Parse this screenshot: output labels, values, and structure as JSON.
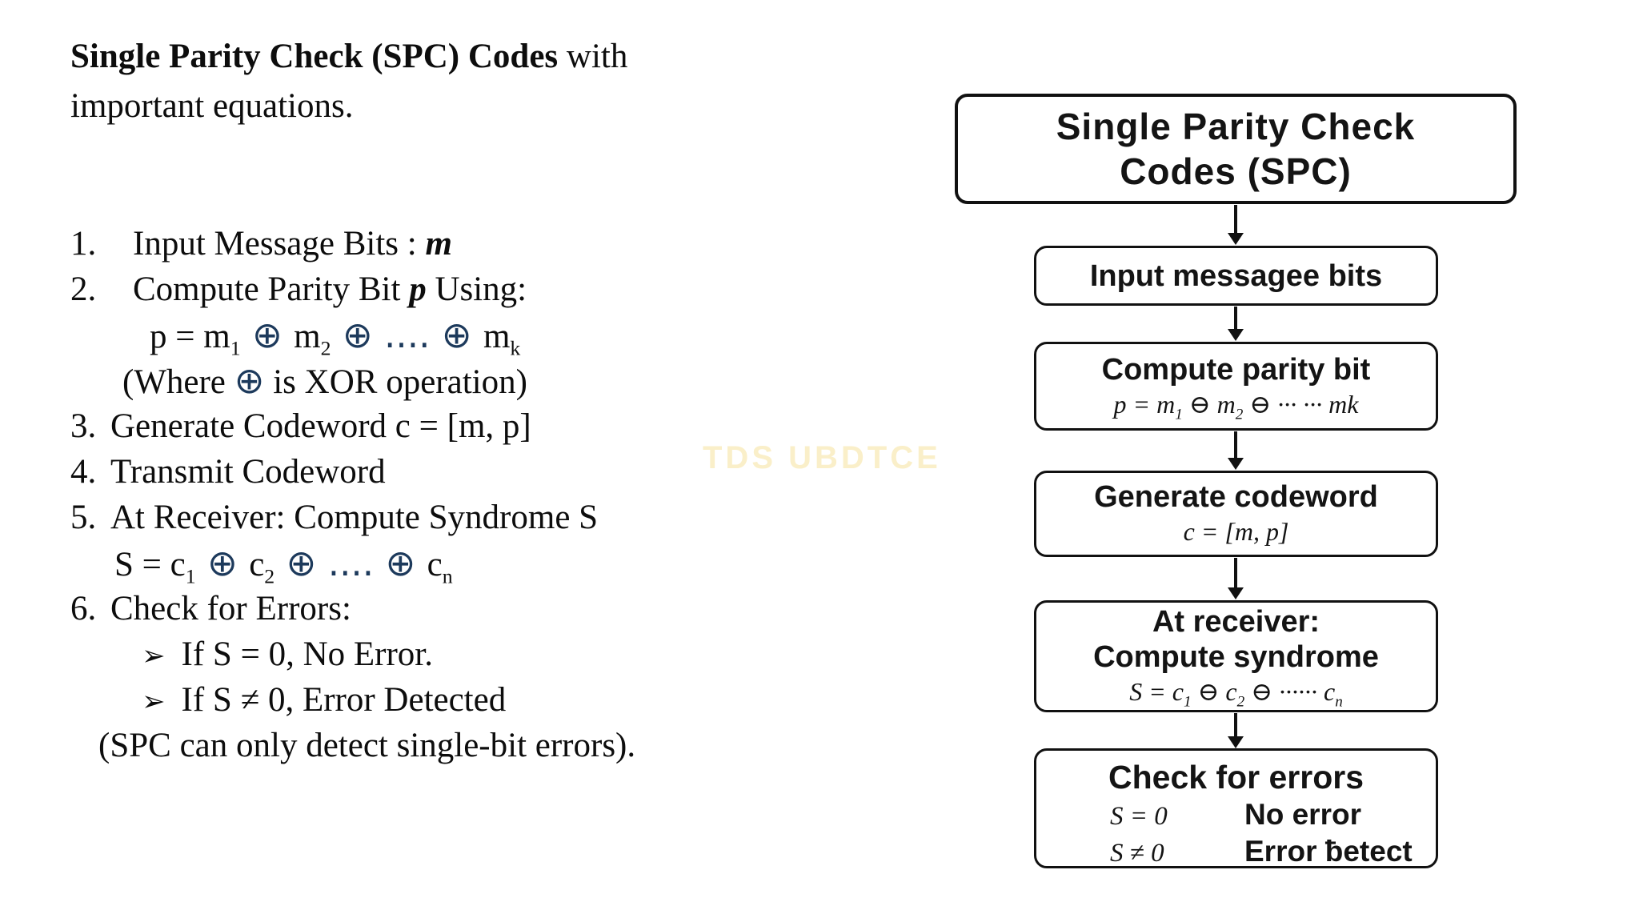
{
  "colors": {
    "text": "#0d0d0d",
    "operator_navy": "#1d3a5c",
    "watermark": "#faefc9",
    "box_border": "#111111",
    "background": "#ffffff"
  },
  "left": {
    "heading_bold": "Single Parity Check (SPC) Codes",
    "heading_tail": " with",
    "heading_line2": "important equations.",
    "item1": {
      "num": "1.",
      "text": "Input Message Bits : ",
      "var": "m"
    },
    "item2": {
      "num": "2.",
      "text": "Compute Parity Bit ",
      "var": "p",
      "tail": " Using:"
    },
    "eq_p": {
      "a": "p = m",
      "a_sub": "1",
      "op1": " ⊕ ",
      "b": "m",
      "b_sub": "2",
      "op2": " ⊕ .... ⊕ ",
      "c": "m",
      "c_sub": "k"
    },
    "where": {
      "pre": "(Where ",
      "op": "⊕",
      "post": " is XOR operation)"
    },
    "item3": {
      "num": "3.",
      "text": "Generate Codeword c = [m, p]"
    },
    "item4": {
      "num": "4.",
      "text": "Transmit Codeword"
    },
    "item5": {
      "num": "5.",
      "text": "At Receiver: Compute Syndrome S"
    },
    "eq_s": {
      "a": "S = c",
      "a_sub": "1",
      "op1": " ⊕ ",
      "b": "c",
      "b_sub": "2",
      "op2": " ⊕ .... ⊕ ",
      "c": "c",
      "c_sub": "n"
    },
    "item6": {
      "num": "6.",
      "text": "Check for Errors:"
    },
    "bullet1": {
      "marker": "➢",
      "text": "If S = 0, No Error."
    },
    "bullet2": {
      "marker": "➢",
      "text": "If S ≠ 0, Error Detected"
    },
    "note": "(SPC can only detect single-bit errors)."
  },
  "watermark": "TDS UBDTCE",
  "flowchart": {
    "title_line1": "Single Parity Check",
    "title_line2": "Codes (SPC)",
    "box_input": "Input messagee bits",
    "box_parity": {
      "title": "Compute parity bit",
      "eq": {
        "a": "p = m",
        "a_sub": "1",
        "op1": " ⊖ ",
        "b": "m",
        "b_sub": "2",
        "rest": " ⊖ ··· ··· mk"
      }
    },
    "box_codeword": {
      "title": "Generate codeword",
      "eq": "c = [m, p]"
    },
    "box_receiver": {
      "title1": "At receiver:",
      "title2": "Compute syndrome",
      "eq": {
        "a": "S = c",
        "a_sub": "1",
        "op1": " ⊖ ",
        "b": "c",
        "b_sub": "2",
        "rest": " ⊖ ······ c",
        "tail_sub": "n"
      }
    },
    "box_check": {
      "title": "Check for errors",
      "row1_math": "S = 0",
      "row1_label": "No error",
      "row2_math": "S ≠ 0",
      "row2_label": "Error ƀetect"
    }
  }
}
